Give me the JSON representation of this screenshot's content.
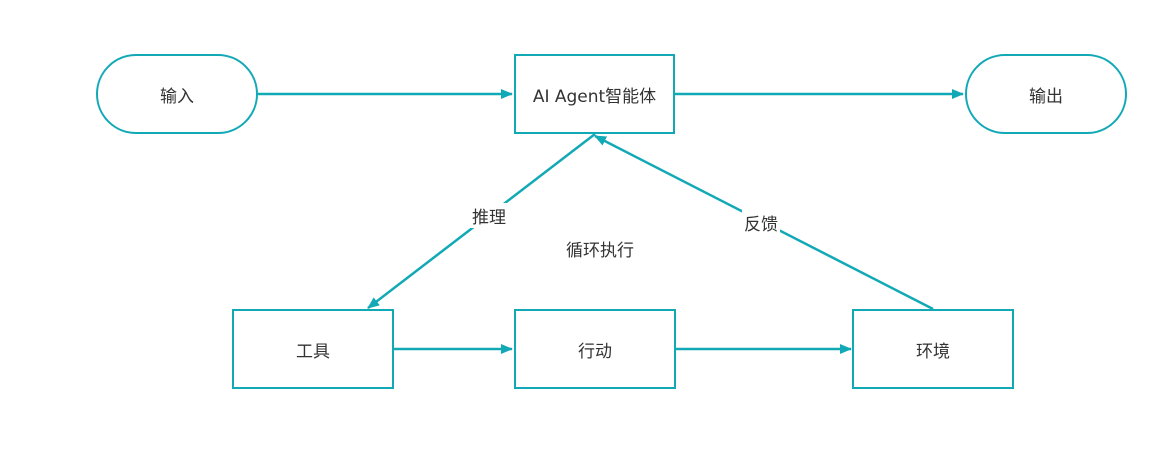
{
  "colors": {
    "stroke": "#12a9b6",
    "text": "#333333",
    "background": "#ffffff"
  },
  "nodes": {
    "input": "输入",
    "agent": "AI Agent智能体",
    "output": "输出",
    "tool": "工具",
    "action": "行动",
    "environment": "环境"
  },
  "edge_labels": {
    "reasoning": "推理",
    "feedback": "反馈"
  },
  "cycle_label": "循环执行"
}
